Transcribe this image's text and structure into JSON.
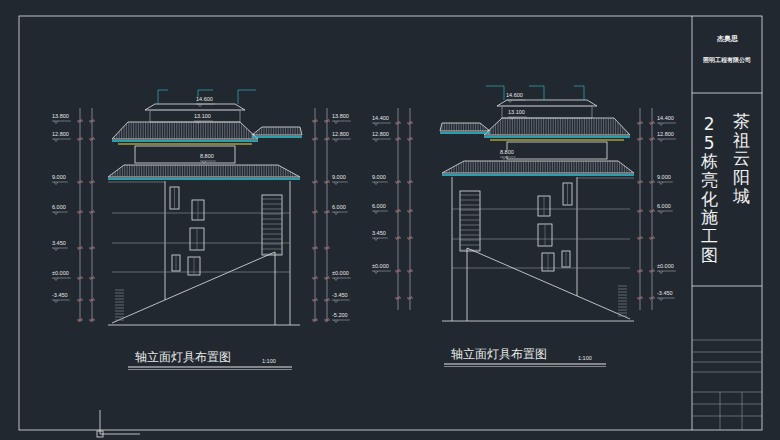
{
  "diagram": {
    "nodes": [
      {
        "text": [
          "杰奥思",
          "照明工程有限公司"
        ]
      },
      {
        "text": [
          "茶祖云阳城",
          "25栋亮化施工图"
        ]
      }
    ],
    "labels": [
      "轴立面灯具布置图",
      "1:100",
      "轴立面灯具布置图",
      "1:100",
      "13.800",
      "12.800",
      "9.000",
      "6.000",
      "3.450",
      "±0.000",
      "-3.450",
      "13.800",
      "12.800",
      "9.000",
      "6.000",
      "±0.000",
      "-3.450",
      "-5.200",
      "14.600",
      "13.100",
      "8.800",
      "14.400",
      "12.800",
      "9.000",
      "6.000",
      "3.450",
      "±0.000",
      "14.400",
      "12.800",
      "9.000",
      "6.000",
      "±0.000",
      "-3.450",
      "14.600",
      "13.100",
      "8.800"
    ]
  }
}
